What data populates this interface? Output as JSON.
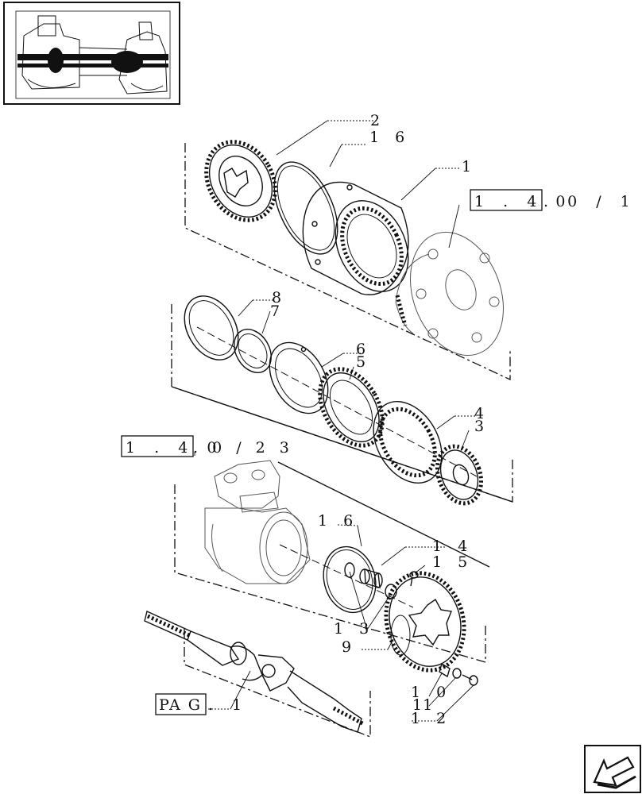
{
  "callouts": {
    "c2": "2",
    "c16_top": "1 6",
    "c1": "1",
    "c8": "8",
    "c7": "7",
    "c6": "6",
    "c5": "5",
    "c4": "4",
    "c3": "3",
    "c16_mid": "1 6",
    "c14": "1 4",
    "c15": "1 5",
    "c13": "1 3",
    "c9": "9",
    "c10": "1 0",
    "c11": "11",
    "c12": "1 2",
    "c1_pag": "1"
  },
  "refs": {
    "ref_1_40_0_10_box": "1 . 4 0",
    "ref_1_40_0_10_tail": ". 0 / 1 0",
    "ref_1_40_0_23_box": "1 . 4 0",
    "ref_1_40_0_23_tail": ". 0 / 2 3",
    "pag_box": "PA G ."
  },
  "icons": {
    "overview": "axle-assembly-thumbnail-icon",
    "nav": "next-page-arrow-icon"
  },
  "colors": {
    "ink": "#111111",
    "paper": "#ffffff"
  }
}
